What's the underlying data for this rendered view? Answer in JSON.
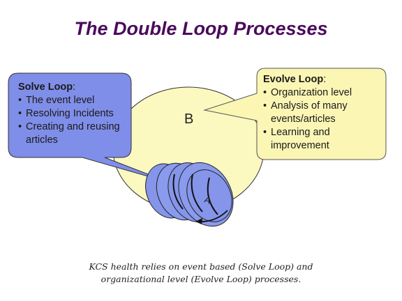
{
  "title": "The Double Loop Processes",
  "solve": {
    "heading": "Solve Loop",
    "items": [
      "The event level",
      "Resolving Incidents",
      "Creating and reusing articles"
    ]
  },
  "evolve": {
    "heading": "Evolve Loop",
    "items": [
      "Organization level",
      "Analysis of many events/articles",
      "Learning and improvement"
    ]
  },
  "labels": {
    "outer": "B",
    "inner": "A"
  },
  "caption": {
    "line1": "KCS health relies on event based (Solve Loop) and",
    "line2": "organizational level (Evolve Loop) processes."
  },
  "colors": {
    "title": "#4a0a5c",
    "big_circle": "#fbf8c0",
    "solve_fill": "#7f8ee8",
    "evolve_fill": "#fbf6b4",
    "loop_fill": "#8595ea"
  }
}
